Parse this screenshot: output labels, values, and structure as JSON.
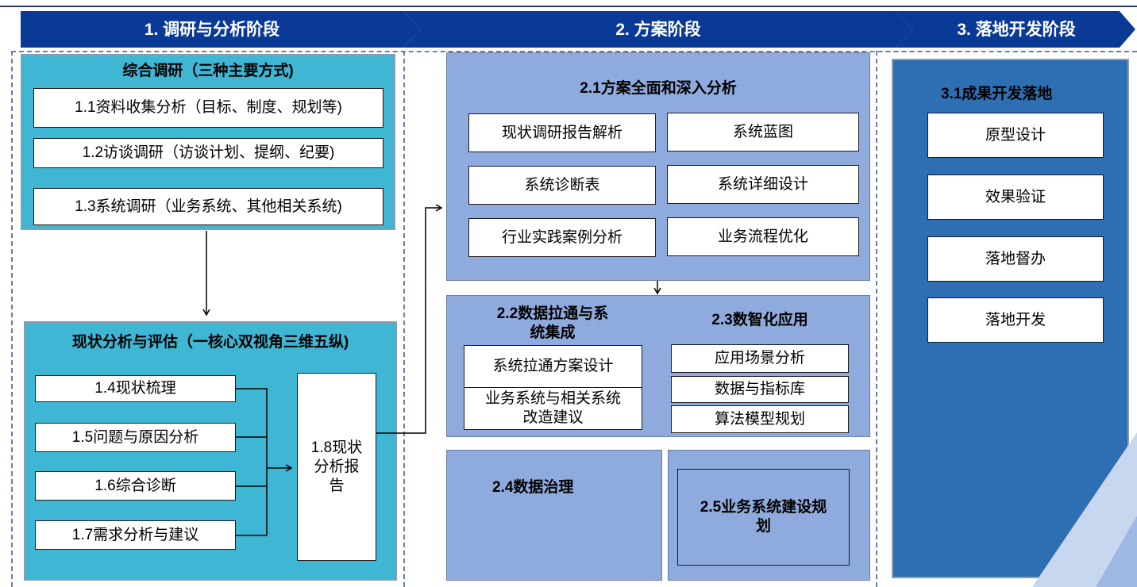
{
  "phases": [
    {
      "label": "1. 调研与分析阶段"
    },
    {
      "label": "2. 方案阶段"
    },
    {
      "label": "3. 落地开发阶段"
    }
  ],
  "stage1": {
    "research": {
      "title": "综合调研（三种主要方式)",
      "items": [
        "1.1资料收集分析（目标、制度、规划等)",
        "1.2访谈调研（访谈计划、提纲、纪要)",
        "1.3系统调研（业务系统、其他相关系统)"
      ]
    },
    "analysis": {
      "title": "现状分析与评估（一核心双视角三维五纵)",
      "items": [
        "1.4现状梳理",
        "1.5问题与原因分析",
        "1.6综合诊断",
        "1.7需求分析与建议"
      ],
      "report_line1": "1.8现状",
      "report_line2": "分析报",
      "report_line3": "告"
    }
  },
  "stage2": {
    "s21": {
      "title": "2.1方案全面和深入分析",
      "items": [
        "现状调研报告解析",
        "系统蓝图",
        "系统诊断表",
        "系统详细设计",
        "行业实践案例分析",
        "业务流程优化"
      ]
    },
    "s22": {
      "title_line1": "2.2数据拉通与系",
      "title_line2": "统集成",
      "item1": "系统拉通方案设计",
      "item2_line1": "业务系统与相关系统",
      "item2_line2": "改造建议"
    },
    "s23": {
      "title": "2.3数智化应用",
      "items": [
        "应用场景分析",
        "数据与指标库",
        "算法模型规划"
      ]
    },
    "s24": {
      "title": "2.4数据治理"
    },
    "s25": {
      "title_line1": "2.5业务系统建设规",
      "title_line2": "划"
    }
  },
  "stage3": {
    "title": "3.1成果开发落地",
    "items": [
      "原型设计",
      "效果验证",
      "落地督办",
      "落地开发"
    ]
  },
  "colors": {
    "header": "#0b3a96",
    "cyan_panel": "#3fb6d4",
    "blue_panel": "#8faadc",
    "dark_panel": "#2e6fb3"
  }
}
